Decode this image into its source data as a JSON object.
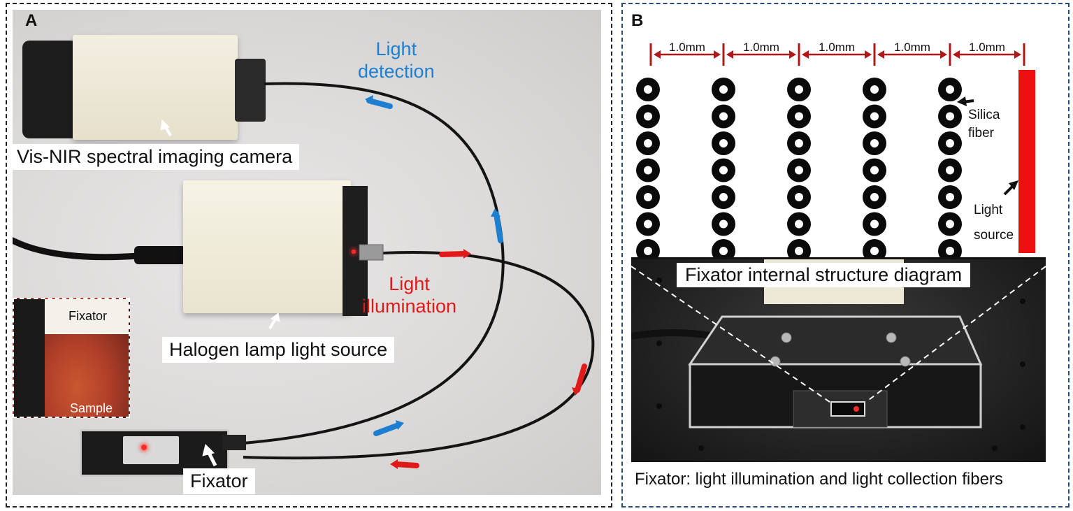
{
  "panel_a": {
    "letter": "A",
    "labels": {
      "camera": "Vis-NIR spectral imaging camera",
      "lamp": "Halogen lamp light source",
      "fixator": "Fixator",
      "light_detection_line1": "Light",
      "light_detection_line2": "detection",
      "light_illumination_line1": "Light",
      "light_illumination_line2": "illumination"
    },
    "inset": {
      "top_label": "Fixator",
      "bottom_label": "Sample"
    },
    "colors": {
      "detection": "#1e7fd0",
      "illumination": "#e01a1a"
    }
  },
  "panel_b": {
    "letter": "B",
    "diagram": {
      "spacing_label": "1.0mm",
      "spacing_count": 5,
      "fiber_columns": 5,
      "fibers_per_column": 7,
      "silica_label_line1": "Silica",
      "silica_label_line2": "fiber",
      "source_label_line1": "Light",
      "source_label_line2": "source",
      "dimension_color": "#b01818",
      "source_color": "#ee0f0f"
    },
    "photo_title": "Fixator internal structure diagram",
    "caption": "Fixator: light illumination and light collection fibers"
  }
}
